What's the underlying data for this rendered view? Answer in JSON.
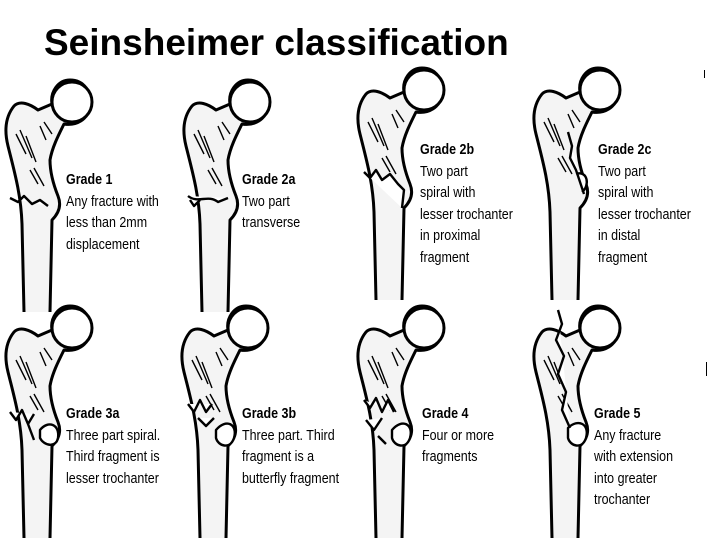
{
  "title": "Seinsheimer classification",
  "grades": [
    {
      "grade": "Grade 1",
      "lines": [
        "Any fracture with",
        "less than 2mm",
        "displacement"
      ]
    },
    {
      "grade": "Grade 2a",
      "lines": [
        "Two part",
        "transverse"
      ]
    },
    {
      "grade": "Grade 2b",
      "lines": [
        "Two part",
        "spiral with",
        "lesser trochanter",
        "in proximal",
        "fragment"
      ]
    },
    {
      "grade": "Grade 2c",
      "lines": [
        "Two part",
        "spiral with",
        "lesser trochanter",
        "in distal",
        "fragment"
      ]
    },
    {
      "grade": "Grade 3a",
      "lines": [
        "Three part spiral.",
        "Third fragment is",
        "lesser trochanter"
      ]
    },
    {
      "grade": "Grade 3b",
      "lines": [
        "Three part. Third",
        "fragment is a",
        "butterfly fragment"
      ]
    },
    {
      "grade": "Grade 4",
      "lines": [
        "Four or more",
        "fragments"
      ]
    },
    {
      "grade": "Grade 5",
      "lines": [
        "Any fracture",
        "with extension",
        "into greater",
        "trochanter"
      ]
    }
  ]
}
